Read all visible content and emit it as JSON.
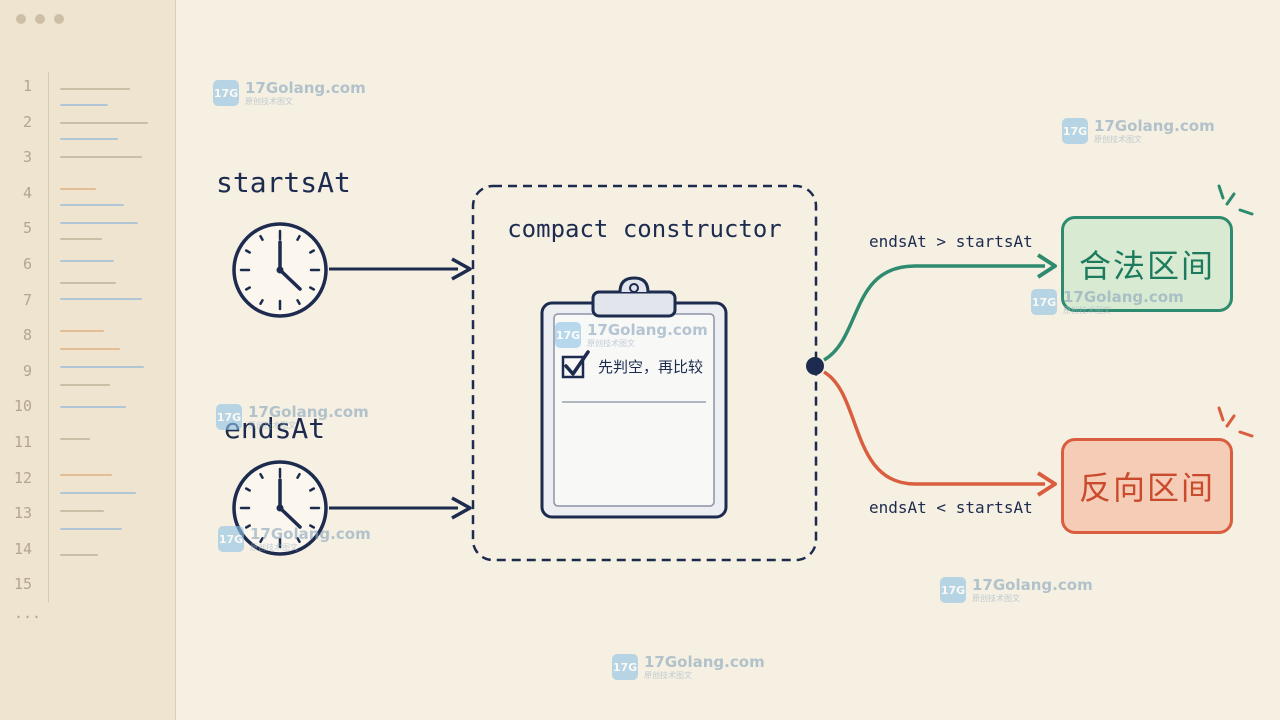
{
  "editor": {
    "line_numbers": [
      "1",
      "2",
      "3",
      "4",
      "5",
      "6",
      "7",
      "8",
      "9",
      "10",
      "11",
      "12",
      "13",
      "14",
      "15"
    ],
    "ellipsis": "...",
    "window_dots": [
      "close-dot",
      "minimize-dot",
      "maximize-dot"
    ]
  },
  "inputs": {
    "starts_label": "startsAt",
    "ends_label": "endsAt",
    "icon": "clock-icon"
  },
  "constructor_box": {
    "title": "compact constructor",
    "clipboard_text": "先判空，再比较",
    "icons": [
      "clipboard-icon",
      "checkbox-checked-icon"
    ]
  },
  "branches": {
    "upper_condition": "endsAt > startsAt",
    "lower_condition": "endsAt < startsAt",
    "upper_result": "合法区间",
    "lower_result": "反向区间"
  },
  "watermark": {
    "text": "17Golang.com",
    "subtext": "原创技术图文",
    "icon_text": "17G"
  },
  "colors": {
    "background": "#f6f0e2",
    "navy": "#1d2b4f",
    "green": "#2e8b6f",
    "green_fill": "#d9ead3",
    "orange": "#d95d3e",
    "orange_fill": "#f5ccb5"
  }
}
